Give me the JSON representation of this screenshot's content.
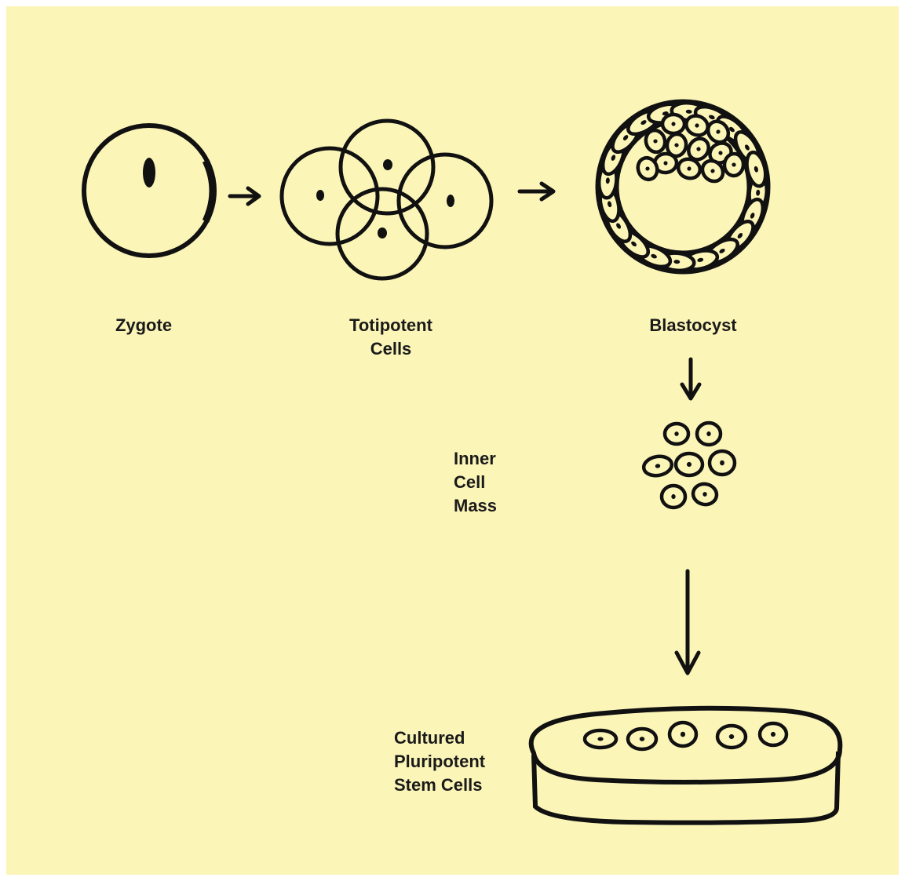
{
  "colors": {
    "paper": "#fcf5b8",
    "ink": "#111111"
  },
  "stages": {
    "zygote": {
      "label": "Zygote"
    },
    "totipotent": {
      "line1": "Totipotent",
      "line2": "Cells"
    },
    "blastocyst": {
      "label": "Blastocyst"
    },
    "inner_cell_mass": {
      "line1": "Inner",
      "line2": "Cell",
      "line3": "Mass"
    },
    "cultured": {
      "line1": "Cultured",
      "line2": "Pluripotent",
      "line3": "Stem Cells"
    }
  }
}
